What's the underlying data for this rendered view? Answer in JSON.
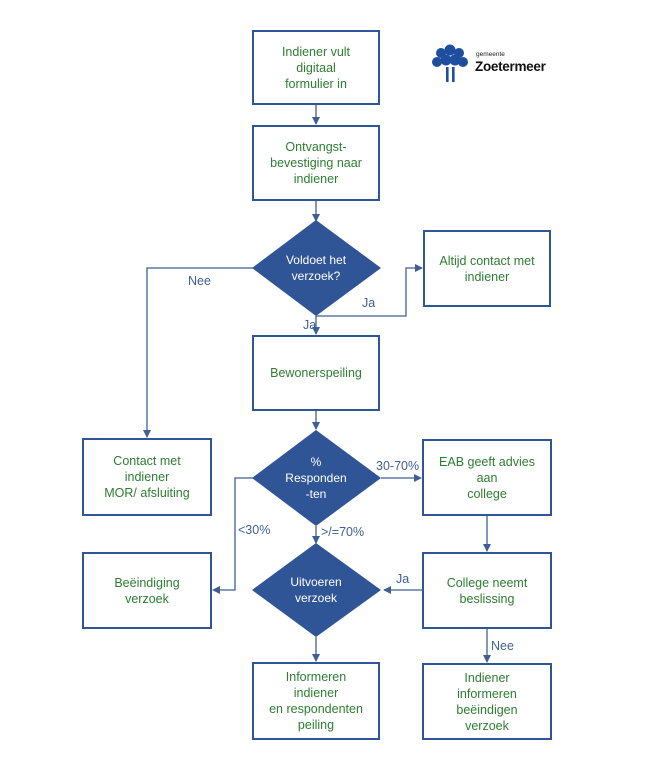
{
  "boxes": {
    "start": "Indiener vult digitaal\nformulier in",
    "confirm": "Ontvangst-\nbevestiging naar\nindiener",
    "always_contact": "Altijd contact met\nindiener",
    "survey": "Bewonerspeiling",
    "contact_mor": "Contact met indiener\nMOR/ afsluiting",
    "eab_advice": "EAB geeft advies aan\ncollege",
    "termination": "Beëindiging verzoek",
    "college_decision": "College neemt\nbeslissing",
    "inform_respondents": "Informeren indiener\nen respondenten\npeiling",
    "inform_terminate": "Indiener informeren\nbeëindigen verzoek"
  },
  "decisions": {
    "voldoet": "Voldoet het\nverzoek?",
    "respondents": "%\nResponden\n-ten",
    "uitvoeren": "Uitvoeren\nverzoek"
  },
  "edge_labels": {
    "nee_left": "Nee",
    "ja_right": "Ja",
    "ja_down": "Ja",
    "pct_30_70": "30-70%",
    "lt_30": "<30%",
    "gte_70": ">/=70%",
    "ja_college": "Ja",
    "nee_college": "Nee"
  },
  "logo": {
    "subtitle": "gemeente",
    "name": "Zoetermeer"
  },
  "colors": {
    "box_border": "#2f5597",
    "box_text": "#2e7d32",
    "diamond_fill": "#2f5597",
    "connector": "#3f5f93",
    "logo_blue": "#1f4e9e"
  }
}
